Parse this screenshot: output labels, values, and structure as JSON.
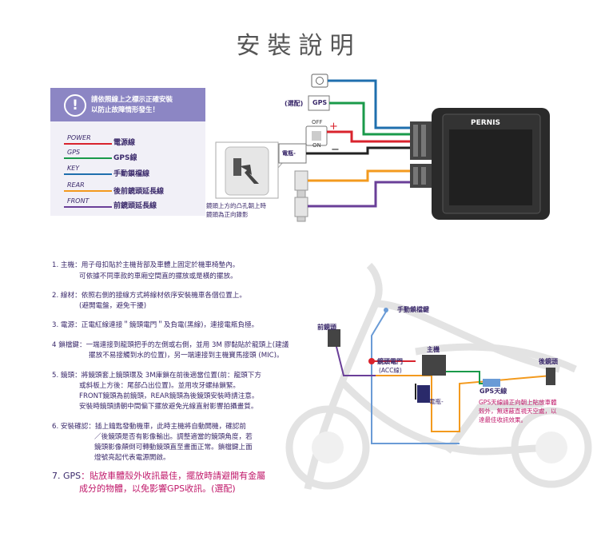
{
  "title": "安裝說明",
  "warning": {
    "line1": "請依照線上之標示正確安裝",
    "line2": "以防止故障情形發生！",
    "icon": "exclamation-icon"
  },
  "legend": [
    {
      "code": "POWER",
      "name": "電源線",
      "color": "#d9232d"
    },
    {
      "code": "GPS",
      "name": "GPS線",
      "color": "#1a9a4a"
    },
    {
      "code": "KEY",
      "name": "手動鎖檔線",
      "color": "#1f6fae"
    },
    {
      "code": "REAR",
      "name": "後前鏡頭延長線",
      "color": "#f39a1e"
    },
    {
      "code": "FRONT",
      "name": "前鏡頭延長線",
      "color": "#6a3f98"
    }
  ],
  "device": {
    "brand": "PERNIS",
    "switch_off": "OFF",
    "switch_on": "ON",
    "plus": "+",
    "minus": "−"
  },
  "labels": {
    "gps_optional": "(選配)",
    "gps": "GPS",
    "battery": "電瓶-",
    "lens_note_1": "鏡頭上方的凸孔朝上時",
    "lens_note_2": "鏡頭為正向錄影"
  },
  "steps": [
    {
      "num": "1. 主機",
      "text": "：用子母扣貼於主機背部及車體上固定於機車椅墊內。",
      "sub": [
        "可依據不同車款的車廂空間直的擺放或是橫的擺放。"
      ]
    },
    {
      "num": "2. 線材",
      "text": "：依照右側的接線方式將線材依序安裝機車各個位置上。",
      "sub": [
        "(避開電盤，避免干擾)"
      ]
    },
    {
      "num": "3. 電源",
      "text": "：正電紅線連接＂鏡頭電門＂及負電(黑線)，連接電瓶負極。",
      "sub": []
    },
    {
      "num": "4 鎖檔鍵",
      "text": "：一端連接到龍頭把手的左側或右側，並用 3M 膠黏貼於龍頭上(建議",
      "sub": [
        "擺放不易接觸到水的位置)，另一端連接到主機寶馬接頭 (MIC)。"
      ]
    },
    {
      "num": "5. 鏡頭",
      "text": "：將鏡頭套上鏡頭環及 3M庫鎖在前後適當位置(前：龍頭下方",
      "sub": [
        "或斜板上方後：尾部凸出位置)。並用攻牙螺絲鎖緊。",
        "FRONT鏡頭為前鏡頭，REAR鏡頭為後鏡頭安裝時請注意。",
        "安裝時鏡頭請朝中間偏下擺放避免光線直射影響拍攝畫質。"
      ]
    },
    {
      "num": "6. 安裝確認",
      "text": "：插上鑰匙發動機車，此時主機將自動開機，確認前",
      "sub": [
        "／後鏡頭是否有影像輸出。調整適當的鏡頭角度，若",
        "鏡頭影像顛倒可轉動鏡頭直至畫面正常。鎖檔鍵上面",
        "燈號亮起代表電源開啟。"
      ]
    }
  ],
  "gps_note": {
    "num": "7. GPS",
    "text": "：貼放車體殼外收訊最佳，擺放時請避開有金屬",
    "sub": "成分的物體，以免影響GPS收訊。(選配)"
  },
  "scooter": {
    "lock_key": "手動鎖檔鍵",
    "front_cam": "前鏡頭",
    "host": "主機",
    "rear_cam": "後鏡頭",
    "ignition": "鏡頭電門",
    "acc": "(ACC線)",
    "battery": "電瓶-",
    "gps_antenna": "GPS天線",
    "gps_tip": [
      "GPS天線請正向朝上貼放車體",
      "殼外，無遮蔽直視天空處，以",
      "達最佳收訊效果。"
    ]
  }
}
